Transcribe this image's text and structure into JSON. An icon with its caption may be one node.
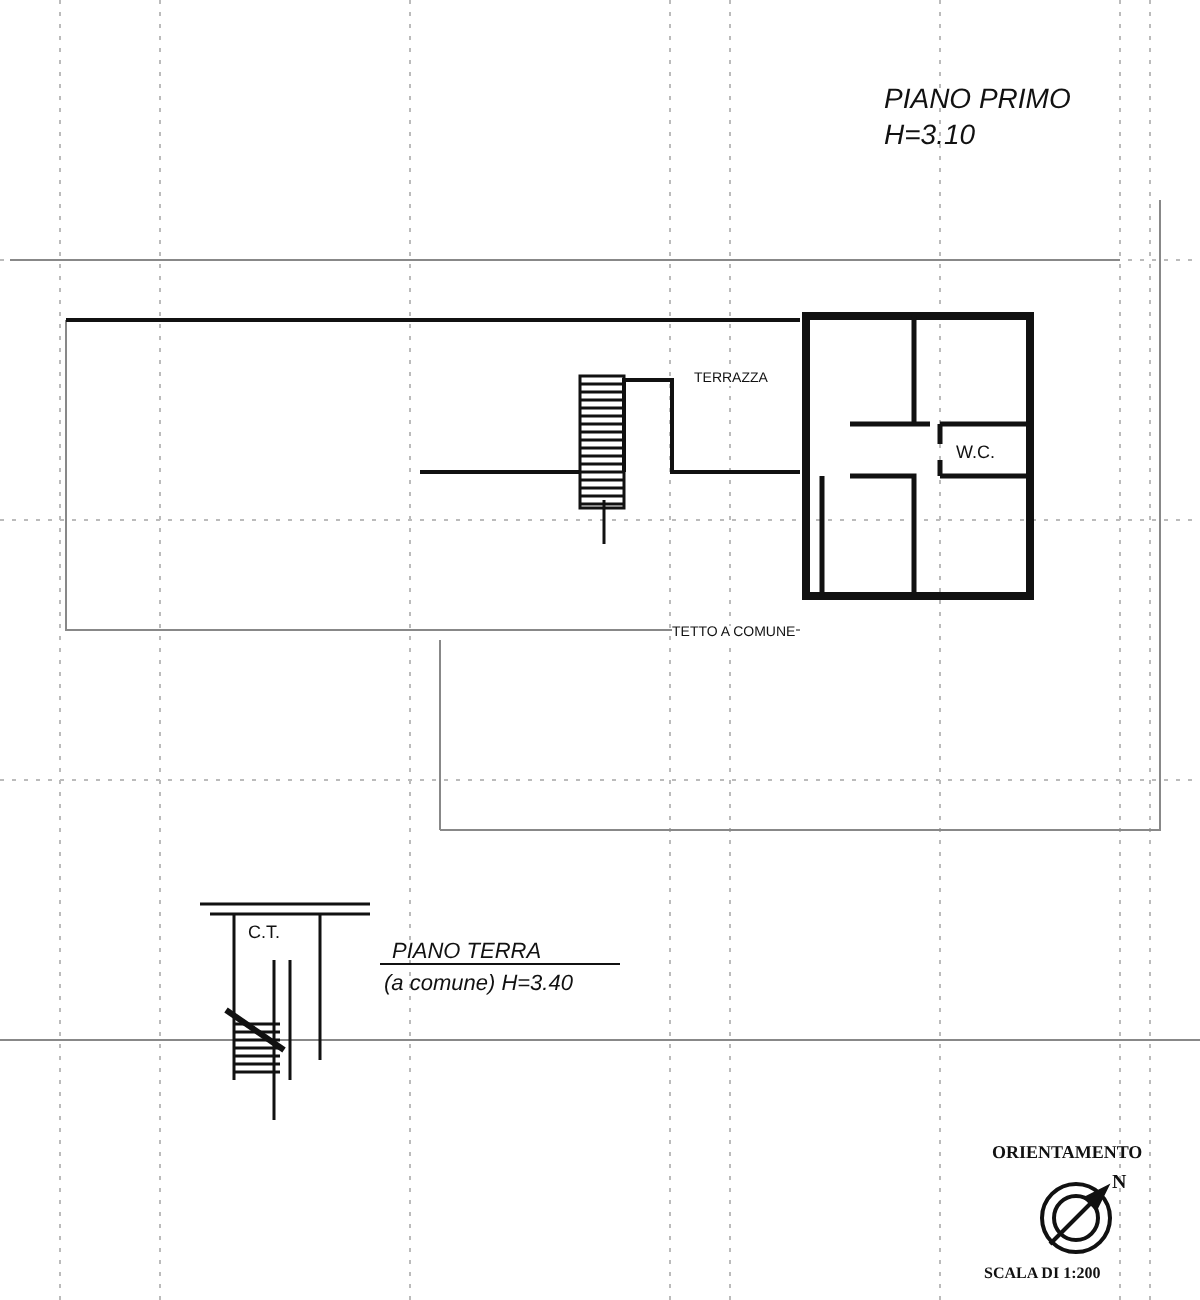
{
  "diagram": {
    "labels": [
      "PIANO PRIMO",
      "H=3.10",
      "TERRAZZA",
      "W.C.",
      "TETTO A COMUNE",
      "C.T.",
      "PIANO TERRA",
      "(a comune) H=3.40",
      "ORIENTAMENTO",
      "N",
      "SCALA DI 1:200"
    ]
  }
}
